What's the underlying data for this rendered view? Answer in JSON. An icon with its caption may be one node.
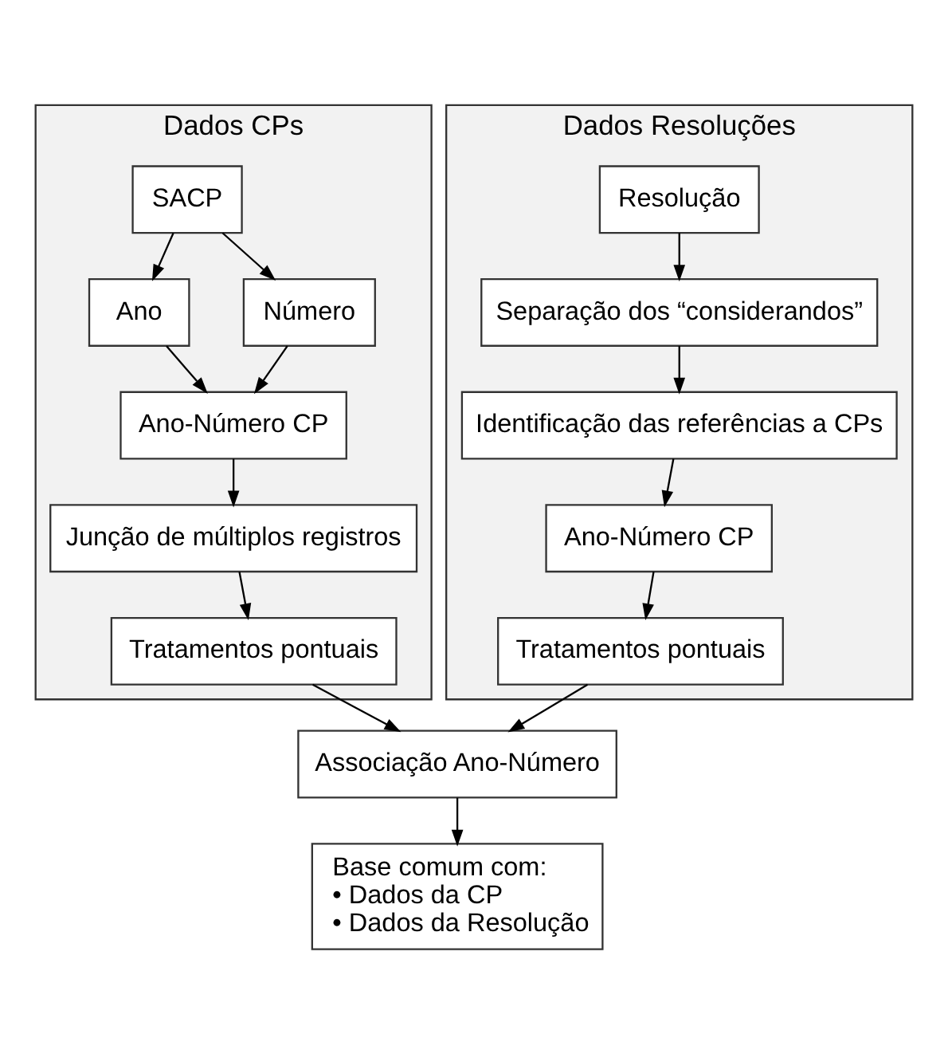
{
  "diagram": {
    "nodes": [
      {
        "text": [
          "Dados CPs"
        ]
      },
      {
        "text": [
          "SACP"
        ],
        "in": 0
      },
      {
        "text": [
          "Ano"
        ],
        "in": 0
      },
      {
        "text": [
          "Número"
        ],
        "in": 0
      },
      {
        "text": [
          "Ano-Número CP"
        ],
        "in": 0
      },
      {
        "text": [
          "Junção de múltiplos registros"
        ],
        "in": 0
      },
      {
        "text": [
          "Tratamentos pontuais"
        ],
        "in": 0
      },
      {
        "text": [
          "Dados Resoluções"
        ]
      },
      {
        "text": [
          "Resolução"
        ],
        "in": 7
      },
      {
        "text": [
          "Separação dos “considerandos”"
        ],
        "in": 7
      },
      {
        "text": [
          "Identificação das referências a CPs"
        ],
        "in": 7
      },
      {
        "text": [
          "Ano-Número CP"
        ],
        "in": 7
      },
      {
        "text": [
          "Tratamentos pontuais"
        ],
        "in": 7
      },
      {
        "text": [
          "Associação Ano-Número"
        ]
      },
      {
        "text": [
          "Base comum com:",
          "• Dados da CP",
          "• Dados da Resolução"
        ]
      }
    ],
    "edges": [
      {
        "from": 1,
        "to": 2,
        "arrow": "to"
      },
      {
        "from": 1,
        "to": 3,
        "arrow": "to"
      },
      {
        "from": 2,
        "to": 4,
        "arrow": "to"
      },
      {
        "from": 3,
        "to": 4,
        "arrow": "to"
      },
      {
        "from": 4,
        "to": 5,
        "arrow": "to"
      },
      {
        "from": 5,
        "to": 6,
        "arrow": "to"
      },
      {
        "from": 6,
        "to": 13,
        "arrow": "to"
      },
      {
        "from": 8,
        "to": 9,
        "arrow": "to"
      },
      {
        "from": 9,
        "to": 10,
        "arrow": "to"
      },
      {
        "from": 10,
        "to": 11,
        "arrow": "to"
      },
      {
        "from": 11,
        "to": 12,
        "arrow": "to"
      },
      {
        "from": 12,
        "to": 13,
        "arrow": "to"
      },
      {
        "from": 13,
        "to": 14,
        "arrow": "to"
      }
    ]
  }
}
